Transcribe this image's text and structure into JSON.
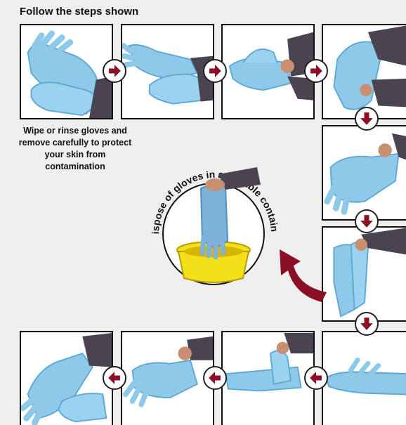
{
  "heading": "Follow the steps shown",
  "instruction": "Wipe or rinse gloves and remove carefully to protect your skin from contamination",
  "center_label": "Dispose of gloves in a suitable container",
  "colors": {
    "glove": "#8ec9ea",
    "glove_shade": "#5fa9d3",
    "sleeve": "#4a4450",
    "skin": "#c89070",
    "arrow": "#8b0f25",
    "bin": "#f3df1a",
    "bin_shade": "#d6b400",
    "background": "#efefef"
  },
  "steps": [
    {
      "icon": "glove-pair-icon"
    },
    {
      "icon": "glove-pull-icon"
    },
    {
      "icon": "glove-cuff-icon"
    },
    {
      "icon": "glove-fold-icon"
    },
    {
      "icon": "glove-peel-icon"
    },
    {
      "icon": "glove-inside-out-icon"
    },
    {
      "icon": "glove-rolled-icon"
    },
    {
      "icon": "glove-partial-icon"
    },
    {
      "icon": "glove-strip-icon"
    },
    {
      "icon": "glove-final-icon"
    }
  ],
  "connectors": [
    {
      "direction": "right"
    },
    {
      "direction": "right"
    },
    {
      "direction": "right"
    },
    {
      "direction": "down"
    },
    {
      "direction": "down"
    },
    {
      "direction": "down"
    },
    {
      "direction": "left"
    },
    {
      "direction": "left"
    },
    {
      "direction": "left"
    }
  ]
}
